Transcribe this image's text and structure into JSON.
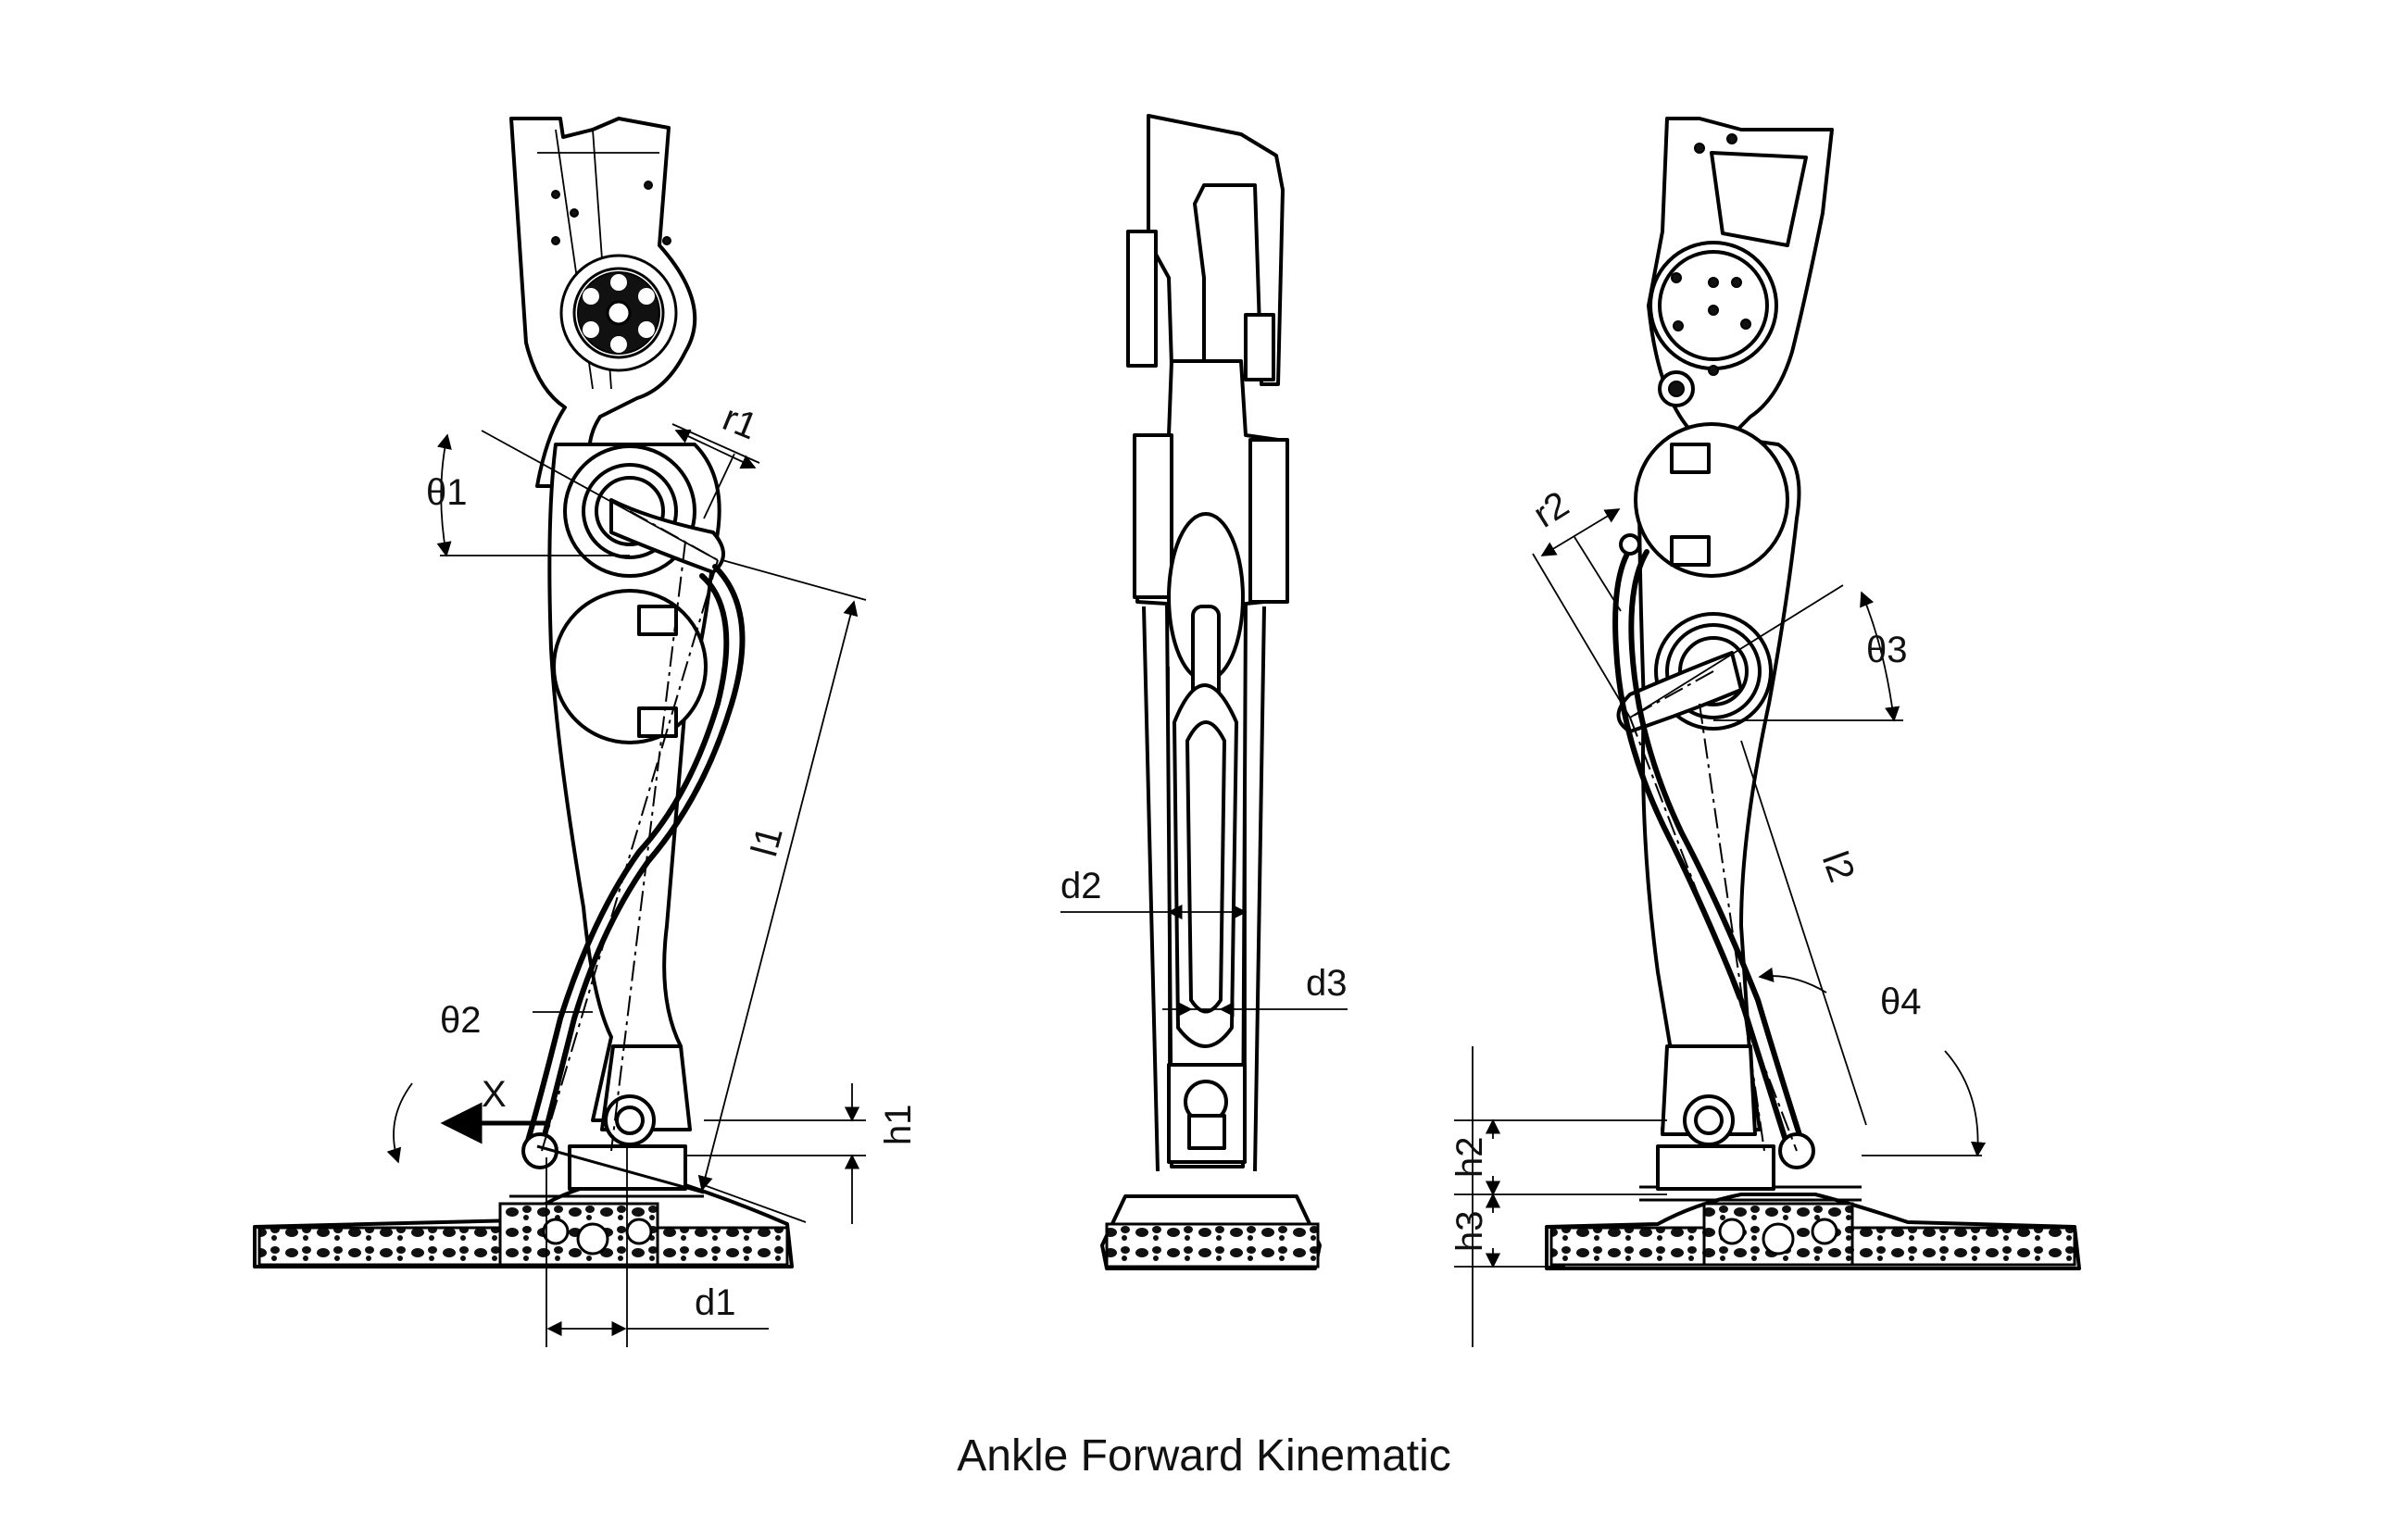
{
  "caption": "Ankle Forward Kinematic",
  "labels": {
    "theta1": "θ1",
    "r1": "r1",
    "l1": "l1",
    "theta2": "θ2",
    "x_axis": "X",
    "h1": "h1",
    "d1": "d1",
    "d2": "d2",
    "d3": "d3",
    "r2": "r2",
    "theta3": "θ3",
    "l2": "l2",
    "theta4": "θ4",
    "h2": "h2",
    "h3": "h3"
  }
}
